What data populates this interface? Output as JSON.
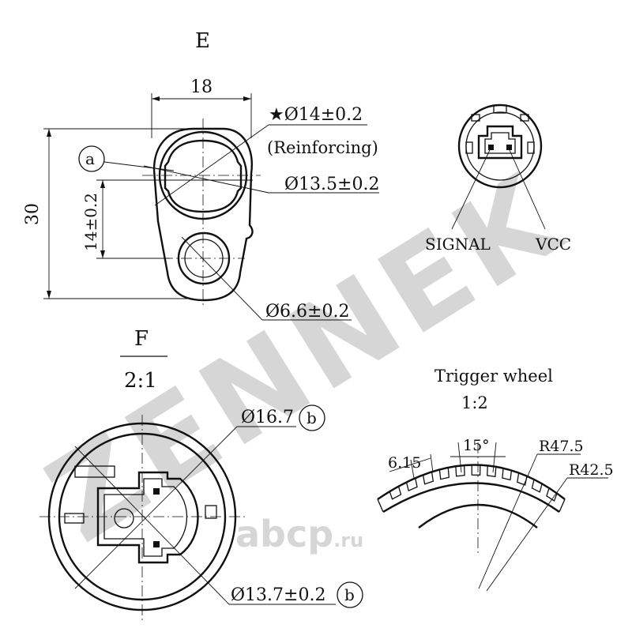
{
  "watermark": {
    "brand": "ZENNEK",
    "site": "abcp",
    "site_tld": ".ru",
    "color": "#d6d6d6"
  },
  "view_e": {
    "label": "E",
    "dim_width": "18",
    "dim_height": "30",
    "dim_hole_spacing": "14±0.2",
    "callout_a": "a",
    "dim_reinforcing_diameter": "★Ø14±0.2",
    "reinforcing_note": "(Reinforcing)",
    "dim_bore_diameter": "Ø13.5±0.2",
    "dim_hole_diameter": "Ø6.6±0.2"
  },
  "connector": {
    "signal_label": "SIGNAL",
    "vcc_label": "VCC"
  },
  "view_f": {
    "label": "F",
    "scale": "2:1",
    "dim_outer_diameter": "Ø16.7",
    "dim_inner_diameter": "Ø13.7±0.2",
    "callout_b": "b"
  },
  "trigger_wheel": {
    "title": "Trigger wheel",
    "scale": "1:2",
    "dim_pitch": "6.15",
    "dim_angle": "15°",
    "dim_outer_radius": "R47.5",
    "dim_inner_radius": "R42.5"
  }
}
